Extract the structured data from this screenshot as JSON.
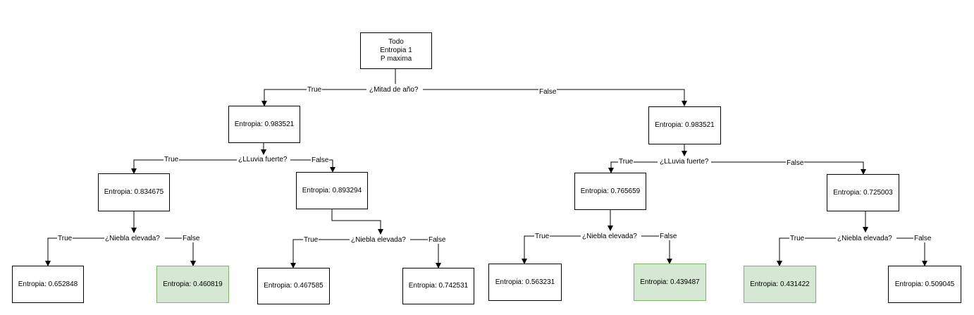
{
  "root": {
    "lines": [
      "Todo",
      "Entropia 1",
      "P maxima"
    ]
  },
  "questions": {
    "q_root": "¿Mitad de año?",
    "q_left": "¿LLuvia fuerte?",
    "q_right": "¿LLuvia fuerte?",
    "q_ll": "¿Niebla elevada?",
    "q_lr": "¿Niebla elevada?",
    "q_rl": "¿Niebla elevada?",
    "q_rr": "¿Niebla elevada?"
  },
  "branch_labels": {
    "true": "True",
    "false": "False"
  },
  "nodes": {
    "left": "Entropia: 0.983521",
    "right": "Entropia: 0.983521",
    "left_left": "Entropia: 0.834675",
    "left_right": "Entropia: 0.893294",
    "right_left": "Entropia: 0.765659",
    "right_right": "Entropia: 0.725003",
    "leaf_1": "Entropia: 0.652848",
    "leaf_2": "Entropia: 0.460819",
    "leaf_3": "Entropia: 0.467585",
    "leaf_4": "Entropia: 0.742531",
    "leaf_5": "Entropia: 0.563231",
    "leaf_6": "Entropia: 0.439487",
    "leaf_7": "Entropia: 0.431422",
    "leaf_8": "Entropia: 0.509045"
  },
  "colors": {
    "highlight_fill": "#d5e8d4",
    "highlight_border": "#82b366"
  }
}
